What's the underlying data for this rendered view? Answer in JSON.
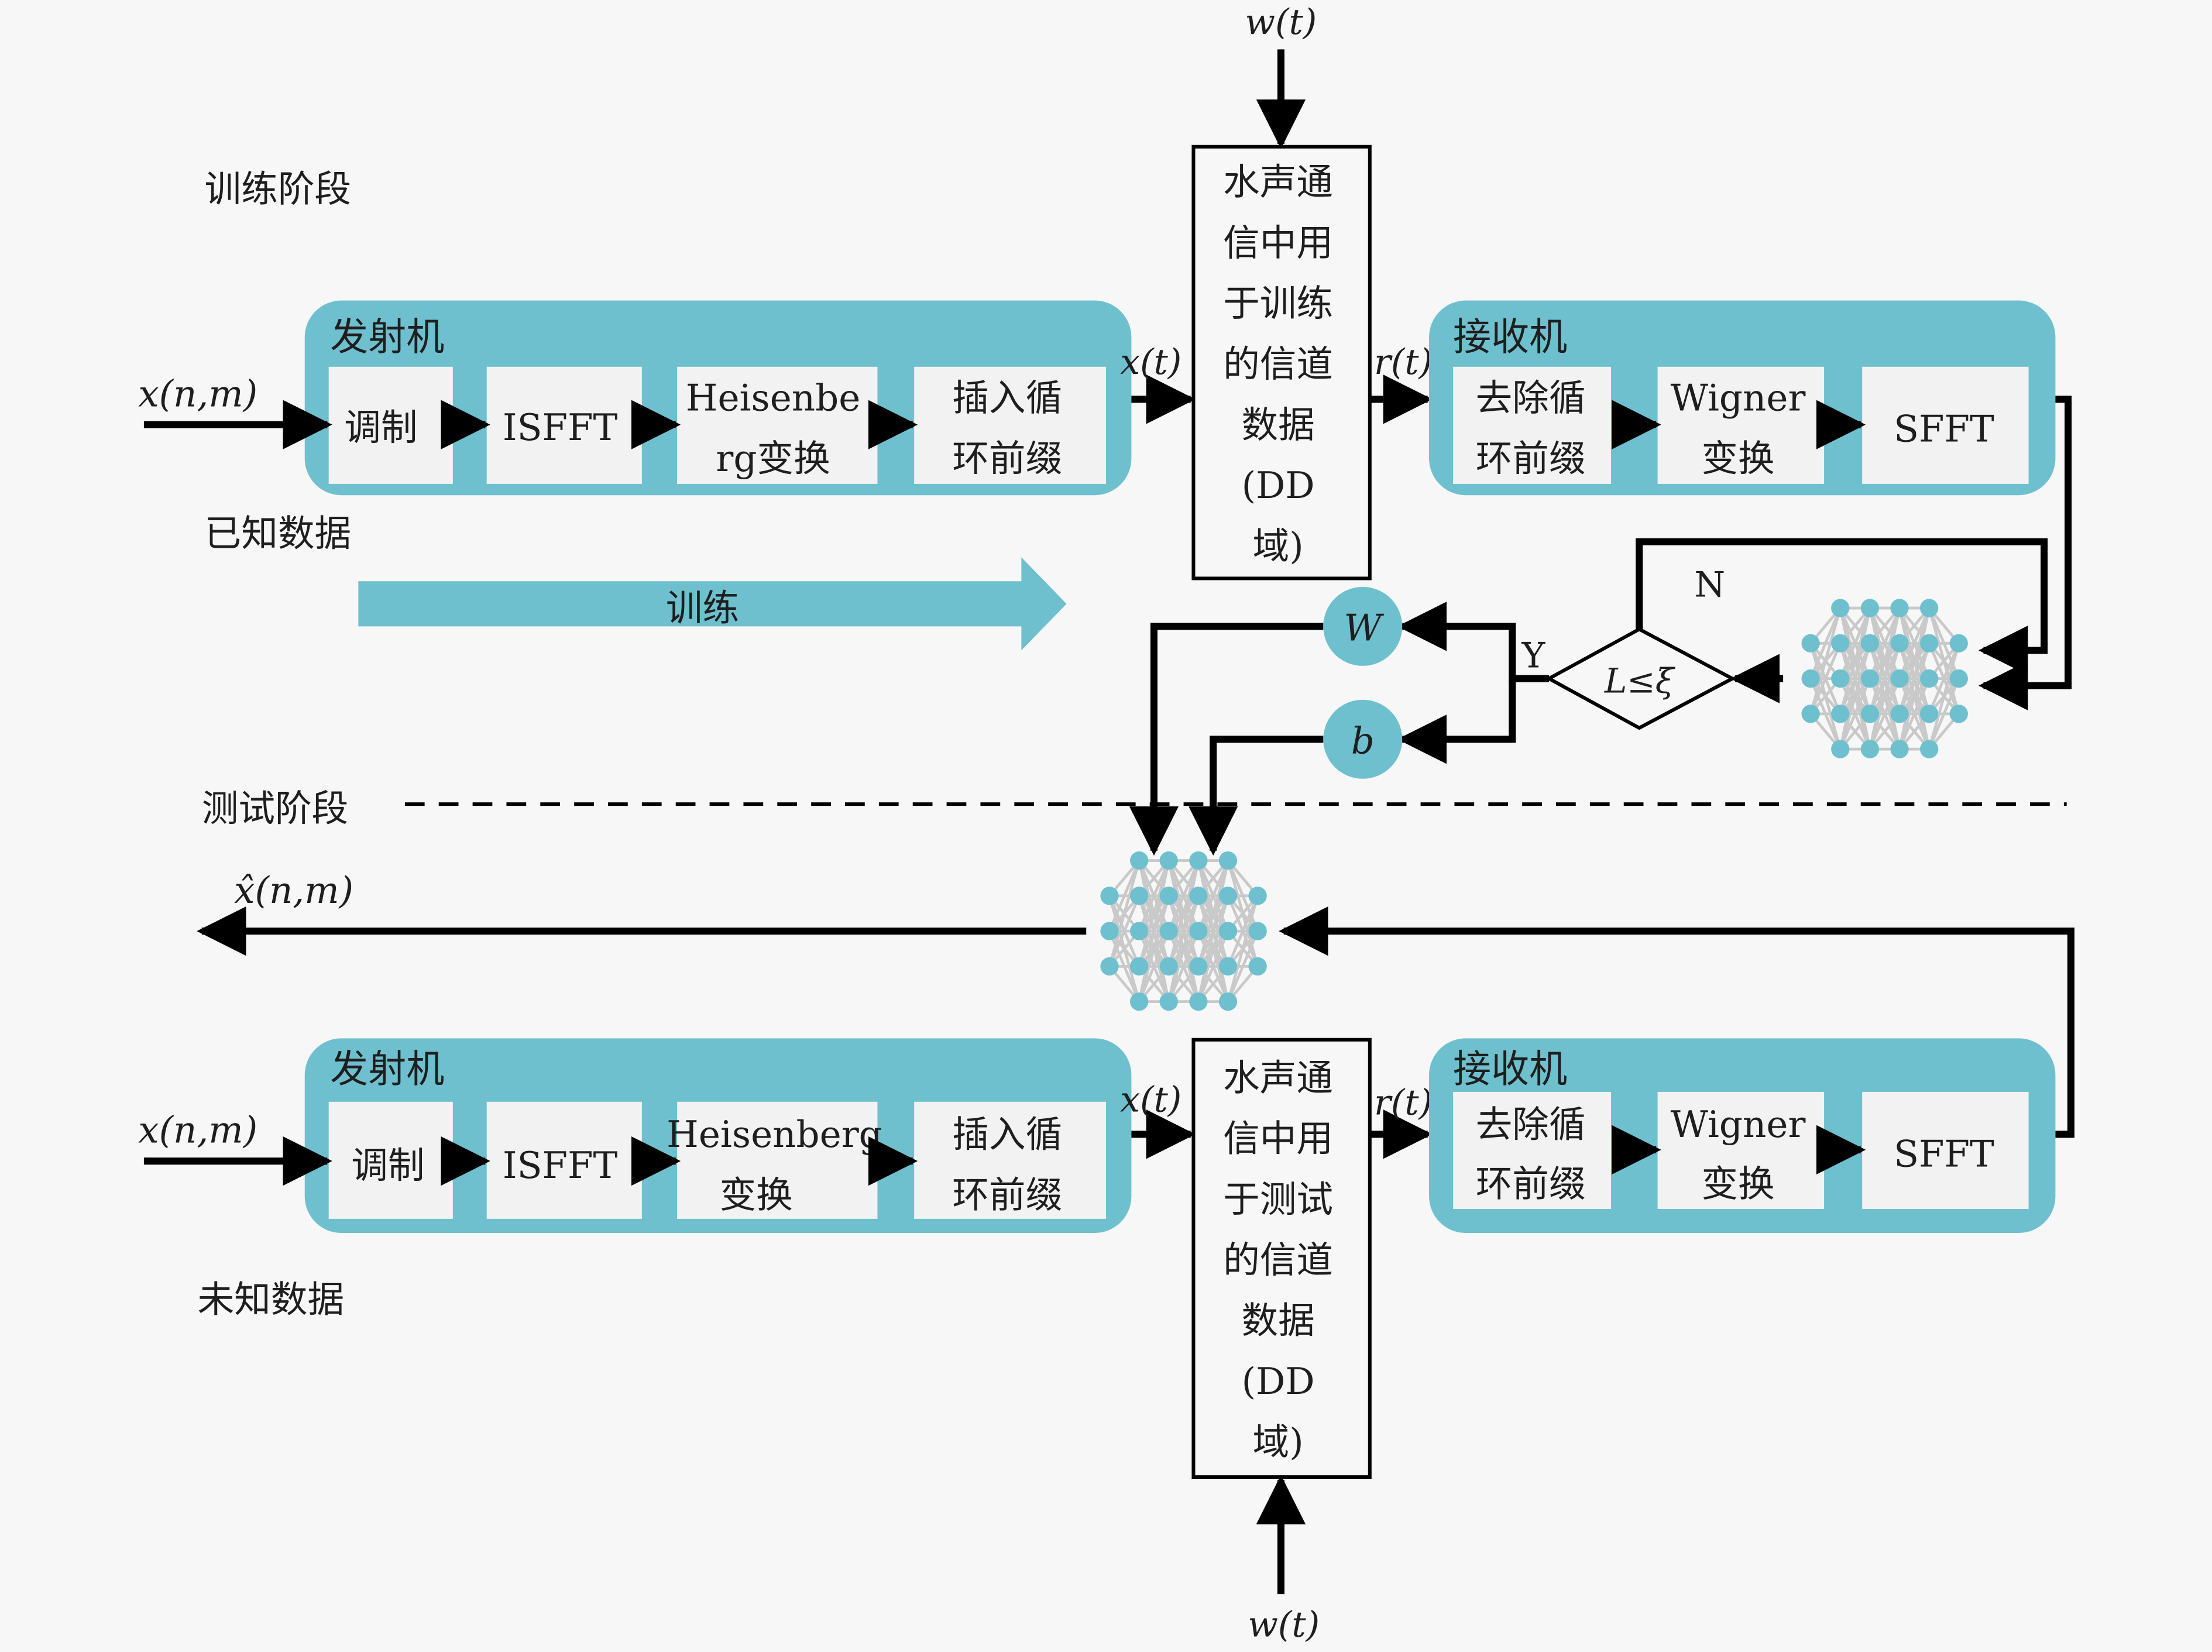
{
  "stages": {
    "train": "训练阶段",
    "test": "测试阶段",
    "known": "已知数据",
    "unknown": "未知数据",
    "train_arrow": "训练"
  },
  "signals": {
    "x_nm": "x(n,m)",
    "x_hat": "x̂(n,m)",
    "x_t": "x(t)",
    "r_t": "r(t)",
    "w_t": "w(t)"
  },
  "tx_top": {
    "title": "发射机",
    "blocks": [
      {
        "lines": [
          "调制"
        ]
      },
      {
        "lines": [
          "ISFFT"
        ]
      },
      {
        "lines": [
          "Heisenbe",
          "rg变换"
        ]
      },
      {
        "lines": [
          "插入循",
          "环前缀"
        ]
      }
    ]
  },
  "tx_bottom": {
    "title": "发射机",
    "blocks": [
      {
        "lines": [
          "调制"
        ]
      },
      {
        "lines": [
          "ISFFT"
        ]
      },
      {
        "lines": [
          "Heisenberg",
          "变换"
        ]
      },
      {
        "lines": [
          "插入循",
          "环前缀"
        ]
      }
    ]
  },
  "rx_top": {
    "title": "接收机",
    "blocks": [
      {
        "lines": [
          "去除循",
          "环前缀"
        ]
      },
      {
        "lines": [
          "Wigner",
          "变换"
        ]
      },
      {
        "lines": [
          "SFFT"
        ]
      }
    ]
  },
  "rx_bottom": {
    "title": "接收机",
    "blocks": [
      {
        "lines": [
          "去除循",
          "环前缀"
        ]
      },
      {
        "lines": [
          "Wigner",
          "变换"
        ]
      },
      {
        "lines": [
          "SFFT"
        ]
      }
    ]
  },
  "channel_top": {
    "lines": [
      "水声通",
      "信中用",
      "于训练",
      "的信道",
      "数据",
      "(DD",
      "域)"
    ]
  },
  "channel_bottom": {
    "lines": [
      "水声通",
      "信中用",
      "于测试",
      "的信道",
      "数据",
      "(DD",
      "域)"
    ]
  },
  "decision": {
    "cond": "L≤ξ",
    "yes": "Y",
    "no": "N"
  },
  "params": {
    "w": "W",
    "b": "b"
  },
  "colors": {
    "accent": "#6fc0cf",
    "block": "#f2f2f2",
    "line": "#000000",
    "nn_link": "#c9c9c9"
  },
  "icons": {
    "nn_train": "neural-network-icon",
    "nn_test": "neural-network-icon"
  }
}
